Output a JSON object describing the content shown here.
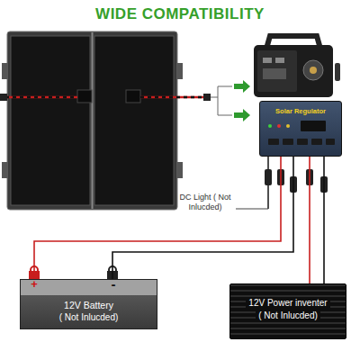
{
  "diagram": {
    "title": "WIDE COMPATIBILITY",
    "nodes": [
      {
        "text": [
          "Solar Regulator"
        ]
      },
      {
        "text": [
          "12V Battery",
          "( Not Inlucded)"
        ]
      },
      {
        "text": [
          "12V Power inventer",
          "( Not Inlucded)"
        ]
      }
    ],
    "edges": [
      {
        "from": 0,
        "to": 1,
        "arrow": "none"
      },
      {
        "from": 0,
        "to": 1,
        "arrow": "none"
      },
      {
        "from": 0,
        "to": 2,
        "arrow": "none"
      },
      {
        "from": 0,
        "to": 2,
        "arrow": "none"
      }
    ],
    "labels": [
      "DC Light ( Not Inlucded)",
      "+",
      "-"
    ]
  }
}
